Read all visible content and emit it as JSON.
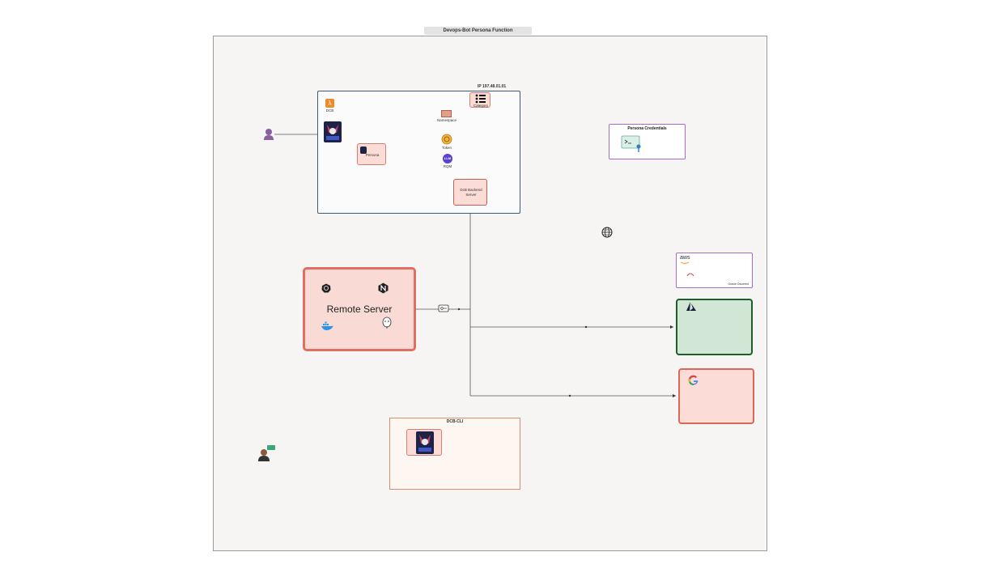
{
  "frame": {
    "title": "Devops-Bot Persona Function"
  },
  "vpc": {
    "ip": "IP 197.48.01.01",
    "dcb_label": "DCB",
    "nodes": {
      "category": "Category",
      "namespace": "Namespace",
      "token": "Token",
      "persona": "Persona",
      "llm_badge": "LLM",
      "llm_label": "RQM",
      "backend": "DcB Backend Server"
    }
  },
  "remote_server": {
    "title": "Remote Server"
  },
  "credentials": {
    "title": "Persona Credentials"
  },
  "aws": {
    "logo_text": "aws",
    "label": "Oracle Ownered"
  },
  "dcb_cli": {
    "title": "DCB-CLI"
  },
  "colors": {
    "vpc_border": "#3d5a7a",
    "pink_fill": "#fbdcd6",
    "red_border": "#e06f62",
    "azure_fill": "#d1e6d4",
    "azure_border": "#1d5e2a",
    "purple_border": "#a86ad1"
  },
  "icons": [
    "user-icon",
    "aws-lambda-icon",
    "devops-bot-mascot-icon",
    "category-list-icon",
    "namespace-icon",
    "token-icon",
    "llm-icon",
    "globe-icon",
    "kubernetes-icon",
    "nginx-icon",
    "docker-icon",
    "postgres-icon",
    "terminal-key-icon",
    "aws-icon",
    "azure-icon",
    "google-icon",
    "support-agent-icon",
    "connector-icon"
  ]
}
